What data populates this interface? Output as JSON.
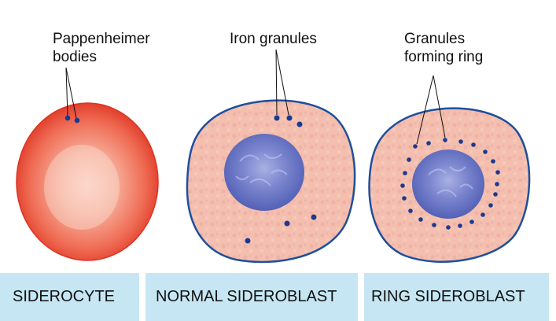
{
  "panels": [
    {
      "label": "SIDEROCYTE",
      "callout": [
        "Pappenheimer",
        "bodies"
      ]
    },
    {
      "label": "NORMAL SIDEROBLAST",
      "callout": [
        "Iron granules"
      ]
    },
    {
      "label": "RING SIDEROBLAST",
      "callout": [
        "Granules",
        "forming ring"
      ]
    }
  ],
  "colors": {
    "red_cell": "#ef5a45",
    "red_cell_rim": "#d92a1f",
    "cytoplasm": "#f4bfae",
    "cell_membrane": "#1e4f9c",
    "nucleus": "#5d6bbf",
    "granule": "#1b3a8f",
    "label_bar": "#c6e6f3"
  }
}
